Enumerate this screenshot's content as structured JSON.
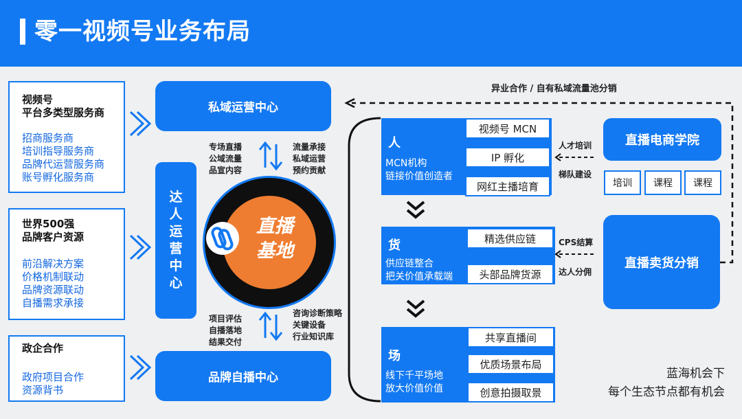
{
  "header": {
    "title": "零一视频号业务布局"
  },
  "left_boxes": [
    {
      "title_lines": [
        "视频号",
        "平台多类型服务商"
      ],
      "items": [
        "招商服务商",
        "培训指导服务商",
        "品牌代运营服务商",
        "账号孵化服务商"
      ]
    },
    {
      "title_lines": [
        "世界500强",
        "品牌客户资源"
      ],
      "items": [
        "前沿解决方案",
        "价格机制联动",
        "品牌资源联动",
        "自播需求承接"
      ]
    },
    {
      "title_lines": [
        "政企合作"
      ],
      "items": [
        "政府项目合作",
        "资源背书"
      ]
    }
  ],
  "centers": {
    "private": "私域运营中心",
    "brand": "品牌自播中心",
    "talent": "达人运营中心"
  },
  "talent_chars": [
    "达",
    "人",
    "运",
    "营",
    "中",
    "心"
  ],
  "hub": {
    "line1": "直播",
    "line2": "基地",
    "accent": "#ef7d31"
  },
  "top_left_labels": [
    "专场直播",
    "公域流量",
    "品宣内容"
  ],
  "top_right_labels": [
    "流量承接",
    "私域运营",
    "预约贡献"
  ],
  "bottom_left_labels": [
    "项目评估",
    "自播落地",
    "结果交付"
  ],
  "bottom_right_labels": [
    "咨询诊断策略",
    "关键设备",
    "行业知识库"
  ],
  "panels": [
    {
      "head": "人",
      "sub": [
        "MCN机构",
        "链接价值创造者"
      ],
      "items": [
        "视频号 MCN",
        "IP 孵化",
        "网红主播培育"
      ]
    },
    {
      "head": "货",
      "sub": [
        "供应链整合",
        "把关价值承载端"
      ],
      "items": [
        "精选供应链",
        "头部品牌货源"
      ]
    },
    {
      "head": "场",
      "sub": [
        "线下千平场地",
        "放大价值价值"
      ],
      "items": [
        "共享直播间",
        "优质场景布局",
        "创意拍摄取景"
      ]
    }
  ],
  "top_loop_label": "异业合作 / 自有私域流量池分销",
  "academy": {
    "title": "直播电商学院",
    "chips": [
      "培训",
      "课程",
      "课程"
    ]
  },
  "academy_labels": [
    "人才培训",
    "梯队建设"
  ],
  "sales": {
    "title": "直播卖货分销"
  },
  "sales_labels": [
    "CPS结算",
    "达人分佣"
  ],
  "footer": [
    "蓝海机会下",
    "每个生态节点都有机会"
  ],
  "colors": {
    "primary": "#1379f2",
    "orange": "#ef7d31",
    "dark": "#111111"
  }
}
